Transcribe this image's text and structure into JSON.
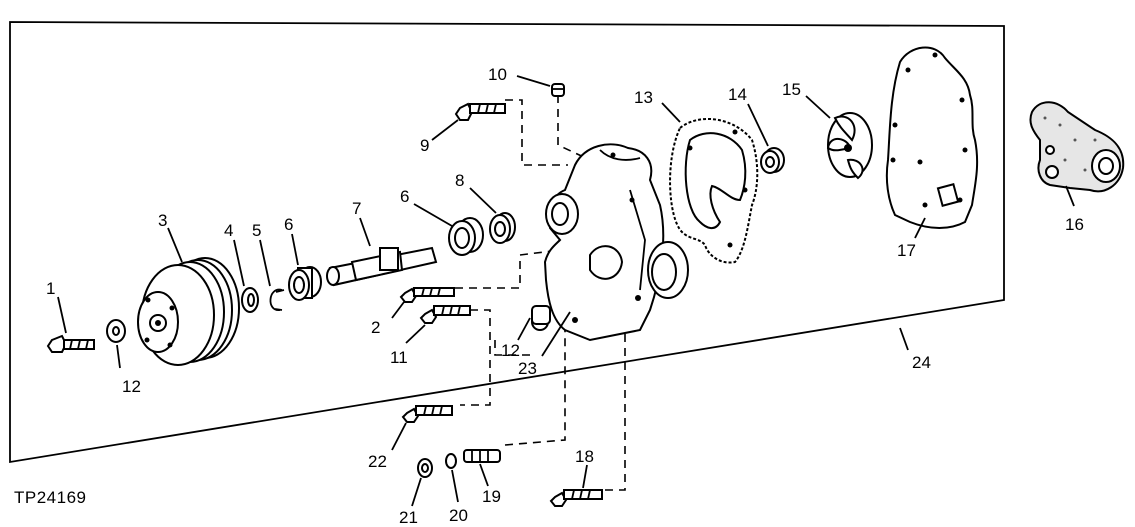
{
  "diagram": {
    "figure_code": "TP24169",
    "callouts": {
      "c1": "1",
      "c2": "2",
      "c3": "3",
      "c4": "4",
      "c5": "5",
      "c6a": "6",
      "c6b": "6",
      "c7": "7",
      "c8": "8",
      "c9": "9",
      "c10": "10",
      "c11": "11",
      "c12a": "12",
      "c12b": "12",
      "c13": "13",
      "c14": "14",
      "c15": "15",
      "c16": "16",
      "c17": "17",
      "c18": "18",
      "c19": "19",
      "c20": "20",
      "c21": "21",
      "c22": "22",
      "c23": "23",
      "c24": "24"
    }
  }
}
